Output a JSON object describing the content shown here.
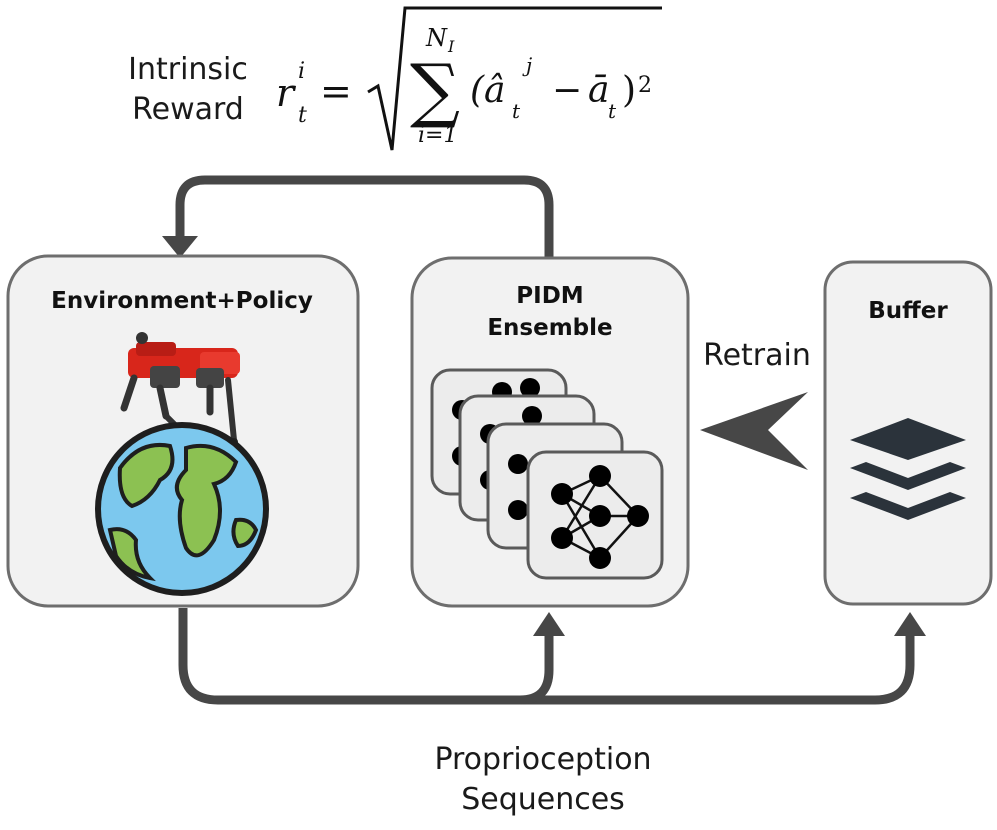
{
  "intrinsic_reward": {
    "line1": "Intrinsic",
    "line2": "Reward"
  },
  "formula": {
    "lhs_symbol": "r",
    "lhs_sup": "i",
    "lhs_sub": "t",
    "equals": "=",
    "sum_upper": "N",
    "sum_upper_sub": "I",
    "sum_lower": "i=1",
    "sigma": "∑",
    "term": "(â",
    "term_sub": "t",
    "term_sup": "j",
    "minus": "−",
    "mean_term": "ā",
    "mean_sub": "t",
    "close": ")",
    "power": "2"
  },
  "boxes": {
    "environment": {
      "title": "Environment+Policy"
    },
    "pidm": {
      "title_line1": "PIDM",
      "title_line2": "Ensemble"
    },
    "buffer": {
      "title": "Buffer"
    }
  },
  "retrain_label": "Retrain",
  "proprioception": {
    "line1": "Proprioception",
    "line2": "Sequences"
  },
  "icons": [
    "robot-dog-icon",
    "globe-icon",
    "neural-network-icon",
    "layers-stack-icon"
  ],
  "colors": {
    "arrow": "#474747",
    "box_fill": "#f2f2f2",
    "box_stroke": "#6e6e6e",
    "globe_ocean": "#7cc8ee",
    "globe_land": "#8cc152",
    "robot_red": "#d8261b",
    "layers": "#2b333b"
  }
}
